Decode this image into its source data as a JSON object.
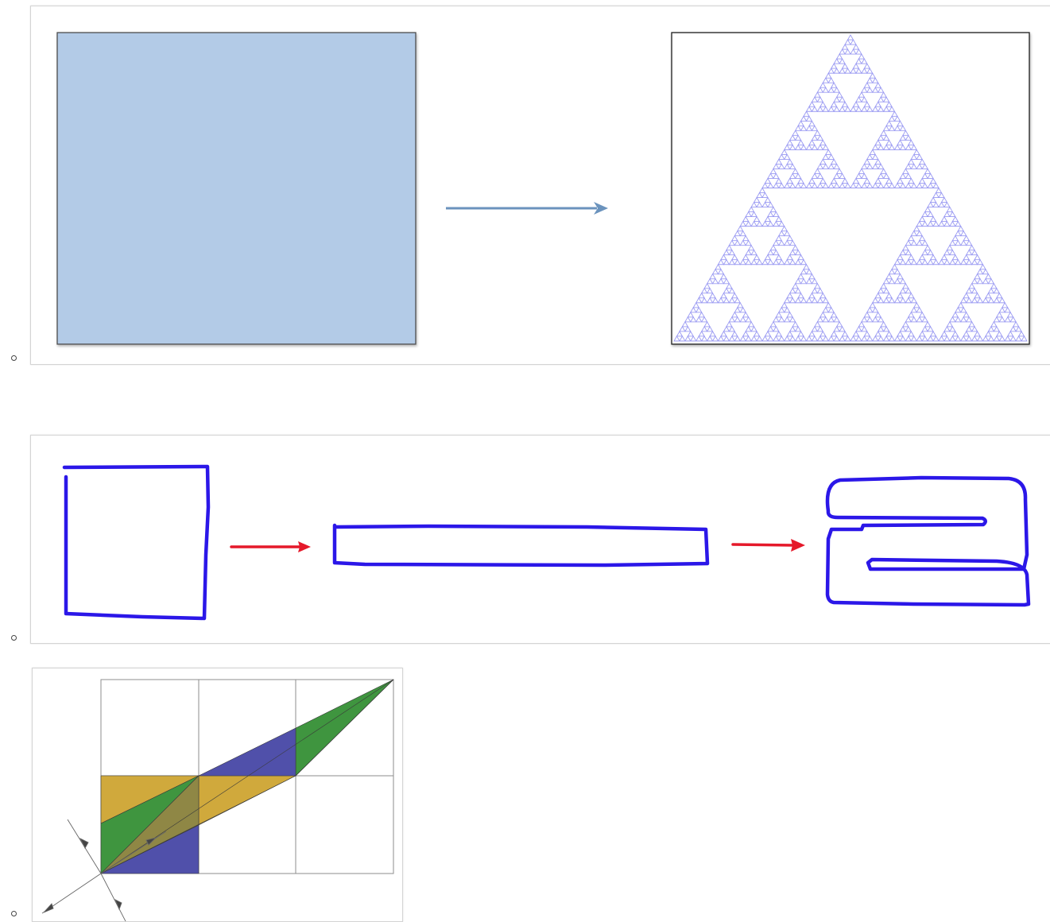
{
  "list": {
    "items": [
      {
        "id": "sierpinski-transformation",
        "bullet": "circle"
      },
      {
        "id": "stretch-and-fold",
        "bullet": "circle"
      },
      {
        "id": "cat-map-grid",
        "bullet": "circle"
      }
    ]
  },
  "figures": {
    "sierpinski": {
      "source_fill": "#b3cbe7",
      "source_stroke": "#4d4d4d",
      "arrow_color": "#6b93bd",
      "triangle_color": "#9a9af2",
      "triangle_depth": 6
    },
    "stretch_fold": {
      "outline_color": "#2b17e8",
      "arrow_color": "#e5192a"
    },
    "grid_map": {
      "grid_color": "#8c8c8c",
      "yellow": "#d0a93c",
      "green": "#3f953f",
      "blue": "#5050aa",
      "olive": "#8f8745"
    }
  }
}
